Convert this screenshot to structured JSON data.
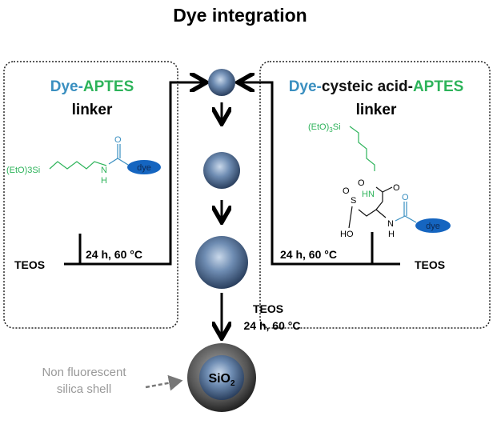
{
  "title": "Dye integration",
  "left_panel": {
    "heading_dye": "Dye-",
    "heading_linker": "APTES",
    "subheading": "linker",
    "structure": {
      "silane": "(EtO)3Si",
      "silane_main": "(EtO)",
      "silane_sub": "3",
      "silane_end": "Si",
      "n": "N",
      "h": "H",
      "o": "O",
      "dye": "dye"
    },
    "reagent": "TEOS",
    "condition": "24 h, 60 °C"
  },
  "right_panel": {
    "heading_dye": "Dye-",
    "heading_mid": "cysteic acid-",
    "heading_linker": "APTES",
    "subheading": "linker",
    "structure": {
      "silane_main": "(EtO)",
      "silane_sub": "3",
      "silane_end": "Si",
      "hn": "HN",
      "o1": "O",
      "o2": "O",
      "o3": "O",
      "s": "S",
      "ho": "HO",
      "n": "N",
      "h": "H",
      "o4": "O",
      "dye": "dye"
    },
    "reagent": "TEOS",
    "condition": "24 h, 60 °C"
  },
  "center": {
    "reagent": "TEOS",
    "condition": "24 h, 60 °C",
    "core_label_main": "SiO",
    "core_label_sub": "2"
  },
  "annotation": {
    "line1": "Non fluorescent",
    "line2": "silica shell"
  },
  "colors": {
    "dye_blue": "#3a8fc0",
    "aptes_green": "#2db35a",
    "dye_fill": "#1565c0",
    "gray": "#999999"
  }
}
